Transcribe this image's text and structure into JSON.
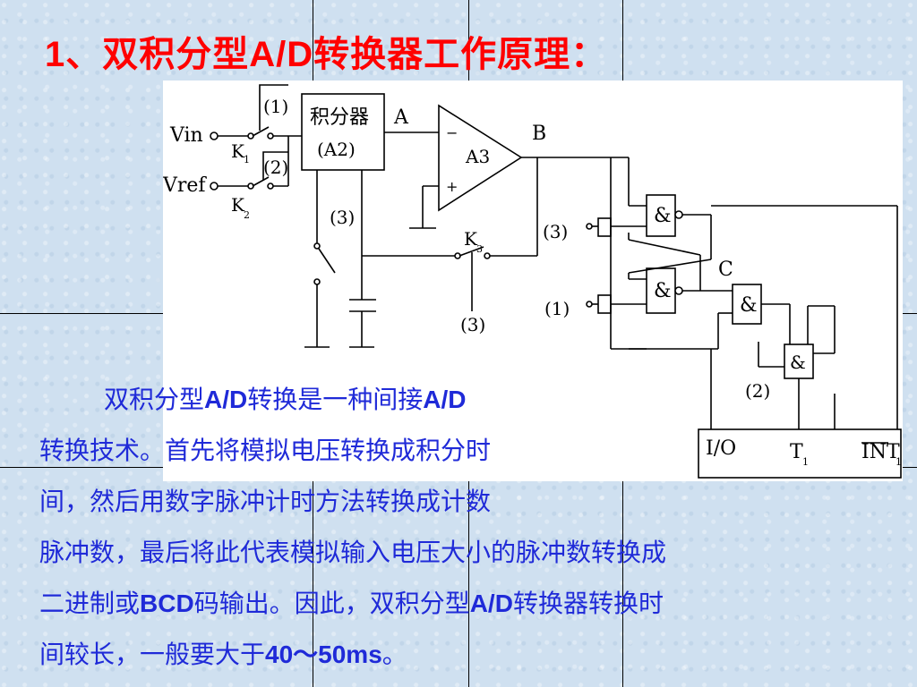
{
  "title": {
    "number": "1",
    "sep": "、",
    "text1": "双积分型",
    "ad": "A/D",
    "text2": "转换器工作原理："
  },
  "diagram": {
    "vin": "Vin",
    "vref": "Vref",
    "k1": "K",
    "k1_sub": "1",
    "k2": "K",
    "k2_sub": "2",
    "k3": "K",
    "k3_sub": "3",
    "sw1": "(1)",
    "sw2": "(2)",
    "sw3": "(3)",
    "integrator_line1": "积分器",
    "integrator_line2": "(A2)",
    "node_a": "A",
    "node_b": "B",
    "node_c": "C",
    "amp": "A3",
    "minus": "−",
    "plus": "+",
    "ctrl3": "(3)",
    "ctrl1": "(1)",
    "ctrl2": "(2)",
    "ctrl3b": "(3)",
    "gate_and": "&",
    "io": "I/O",
    "t1": "T",
    "t1_sub": "1",
    "int": "INT",
    "int_sub": "1"
  },
  "body": {
    "l1a": "双积分型",
    "l1b": "A/D",
    "l1c": "转换是一种间接",
    "l1d": "A/D",
    "l2": "转换技术。首先将模拟电压转换成积分时",
    "l3": "间，然后用数字脉冲计时方法转换成计数",
    "l4": "脉冲数，最后将此代表模拟输入电压大小的脉冲数转换成",
    "l5a": "二进制或",
    "l5b": "BCD",
    "l5c": "码输出。因此，双积分型",
    "l5d": "A/D",
    "l5e": "转换器转换时",
    "l6a": "间较长，一般要大于",
    "l6b": "40～50ms",
    "l6c": "。"
  }
}
